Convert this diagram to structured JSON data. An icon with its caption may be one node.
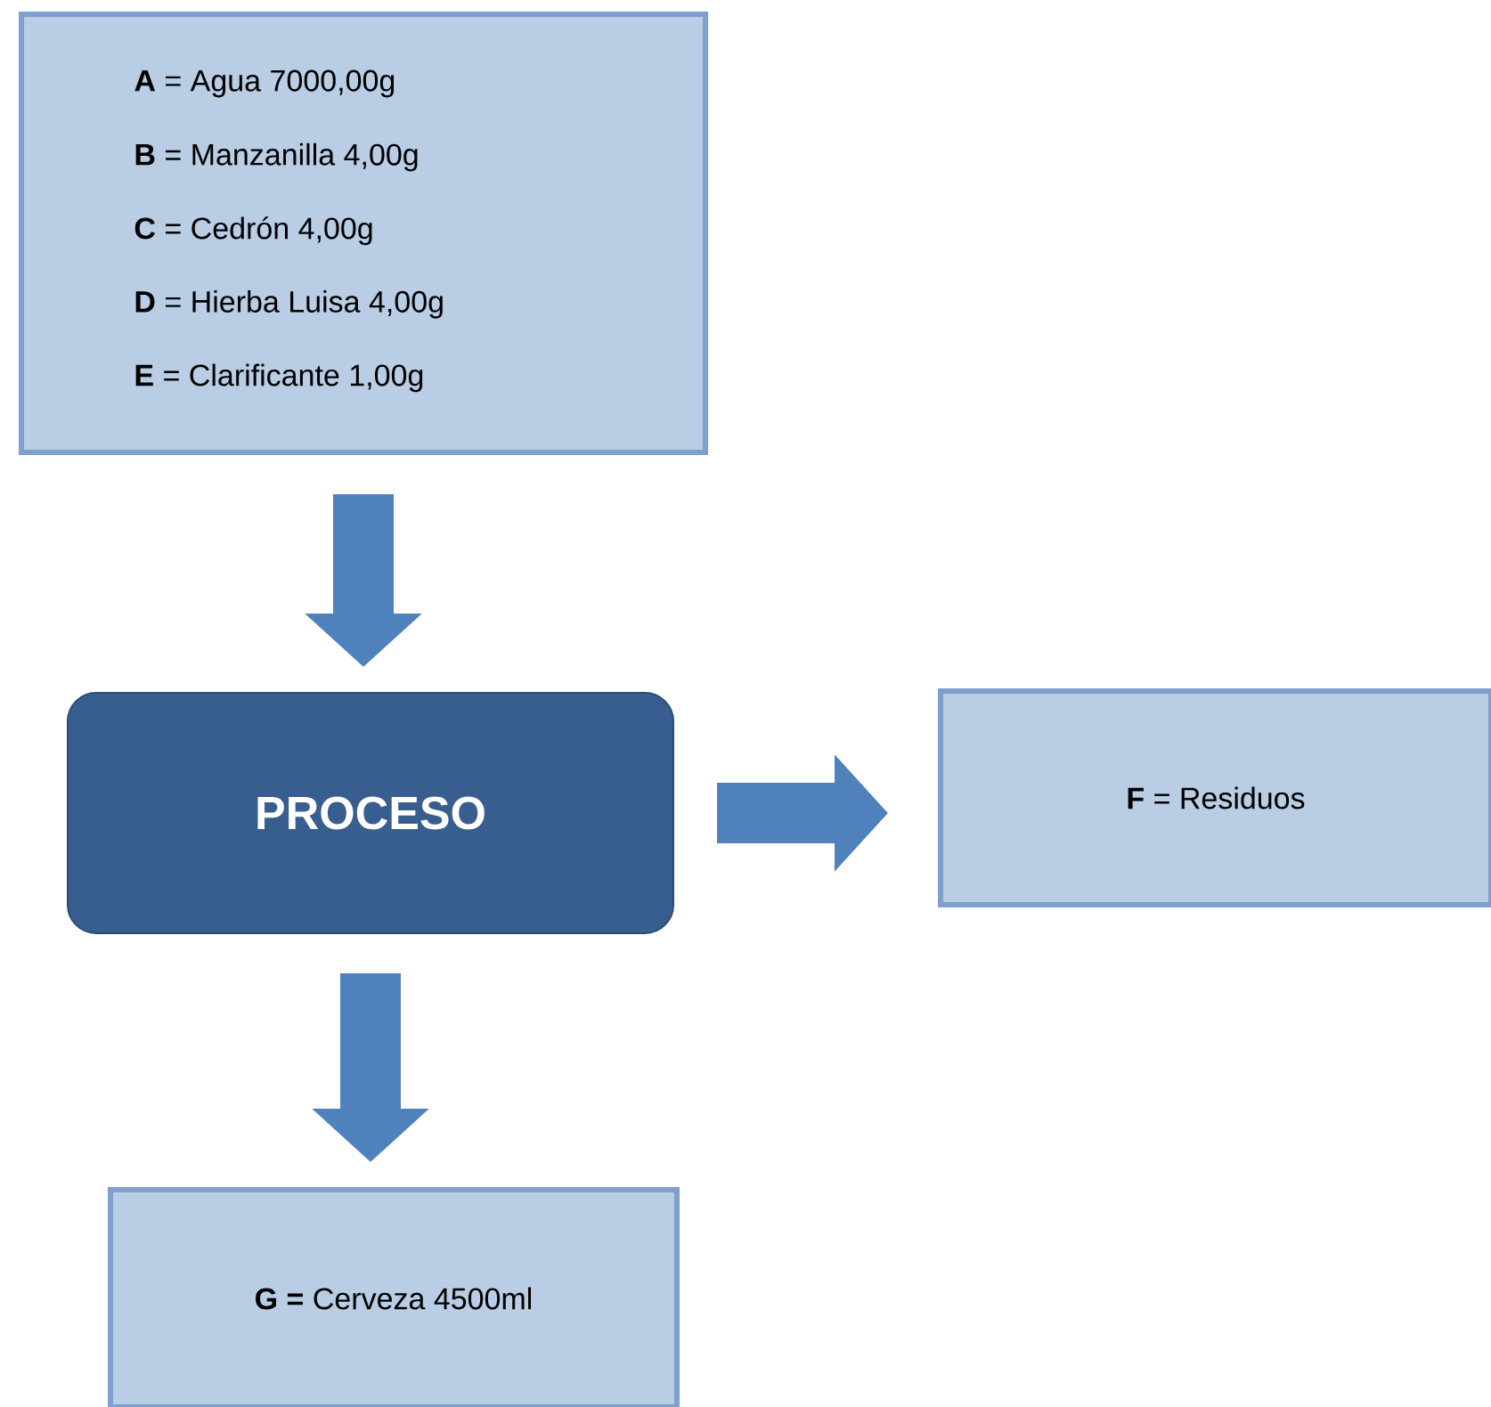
{
  "diagram": {
    "nodes": [
      {
        "text": [
          "**A** = Agua 7000,00g",
          "**B** = Manzanilla 4,00g",
          "**C** = Cedrón 4,00g",
          "**D** = Hierba Luisa 4,00g",
          "**E** = Clarificante 1,00g"
        ]
      },
      {
        "text": [
          "PROCESO"
        ]
      },
      {
        "text": [
          "**F** = Residuos"
        ]
      },
      {
        "text": [
          "**G =** Cerveza 4500ml"
        ]
      }
    ],
    "edges": [
      {
        "from": 0,
        "to": 1,
        "arrow": "to"
      },
      {
        "from": 1,
        "to": 2,
        "arrow": "to"
      },
      {
        "from": 1,
        "to": 3,
        "arrow": "to"
      }
    ]
  }
}
